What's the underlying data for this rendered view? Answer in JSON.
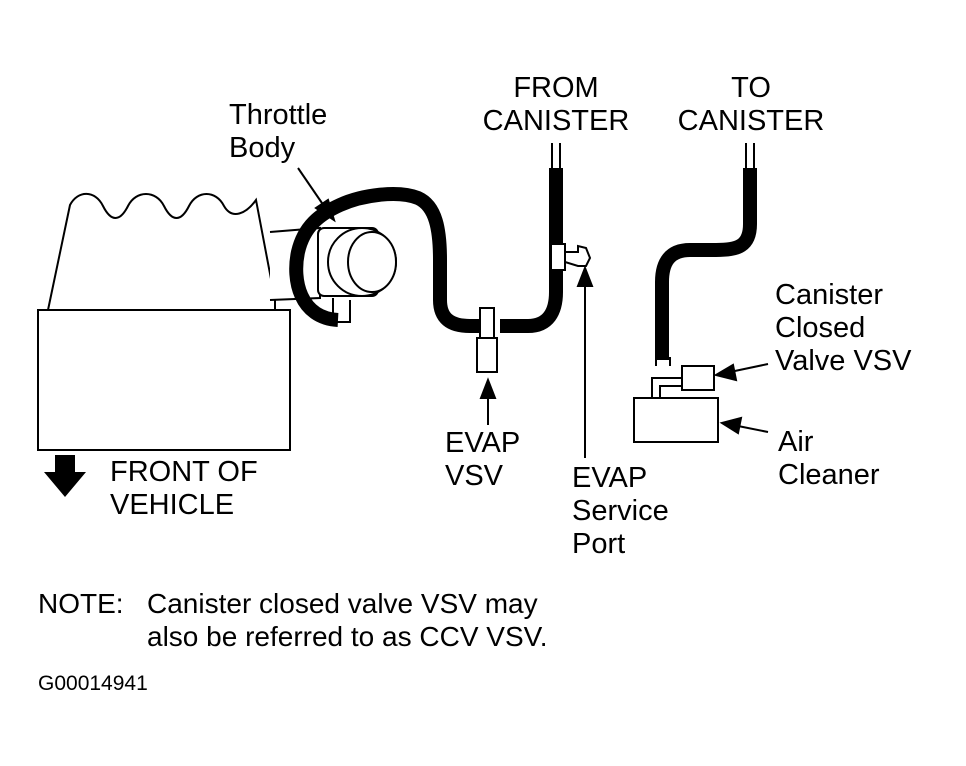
{
  "labels": {
    "throttle_body": [
      "Throttle",
      "Body"
    ],
    "from_canister": [
      "FROM",
      "CANISTER"
    ],
    "to_canister": [
      "TO",
      "CANISTER"
    ],
    "canister_closed_valve": [
      "Canister",
      "Closed",
      "Valve VSV"
    ],
    "air_cleaner": [
      "Air",
      "Cleaner"
    ],
    "evap_vsv": [
      "EVAP",
      "VSV"
    ],
    "evap_service_port": [
      "EVAP",
      "Service",
      "Port"
    ],
    "front_of_vehicle": [
      "FRONT OF",
      "VEHICLE"
    ]
  },
  "note": {
    "prefix": "NOTE:",
    "lines": [
      "Canister closed valve VSV may",
      "also be referred to as CCV VSV."
    ]
  },
  "figure_code": "G00014941"
}
